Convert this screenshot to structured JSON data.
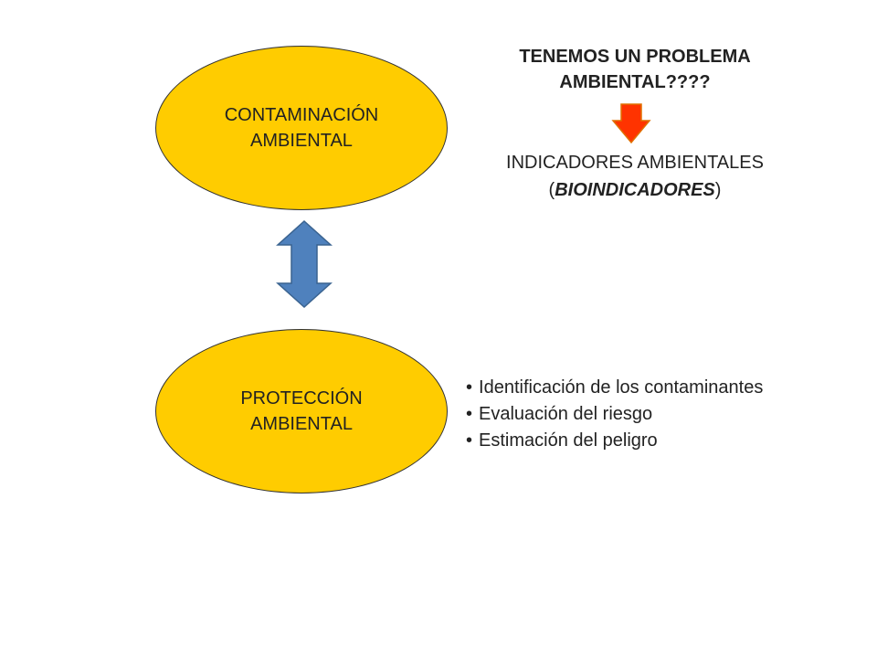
{
  "top_ellipse": {
    "line1": "CONTAMINACIÓN",
    "line2": "AMBIENTAL",
    "fill": "#ffcc00"
  },
  "bottom_ellipse": {
    "line1": "PROTECCIÓN",
    "line2": "AMBIENTAL",
    "fill": "#ffcc00"
  },
  "heading": {
    "line1": "TENEMOS UN PROBLEMA",
    "line2": "AMBIENTAL????"
  },
  "indicators": {
    "line1": "INDICADORES AMBIENTALES",
    "open_paren": "(",
    "emphasis": "BIOINDICADORES",
    "close_paren": ")"
  },
  "bullets": [
    "Identificación de los contaminantes",
    "Evaluación del riesgo",
    "Estimación del peligro"
  ],
  "icons": {
    "double_arrow": "double-vertical-arrow",
    "down_arrow": "down-arrow"
  },
  "colors": {
    "double_arrow": "#4f81bd",
    "down_arrow_fill": "#ff3300",
    "down_arrow_outline": "#e07000"
  }
}
